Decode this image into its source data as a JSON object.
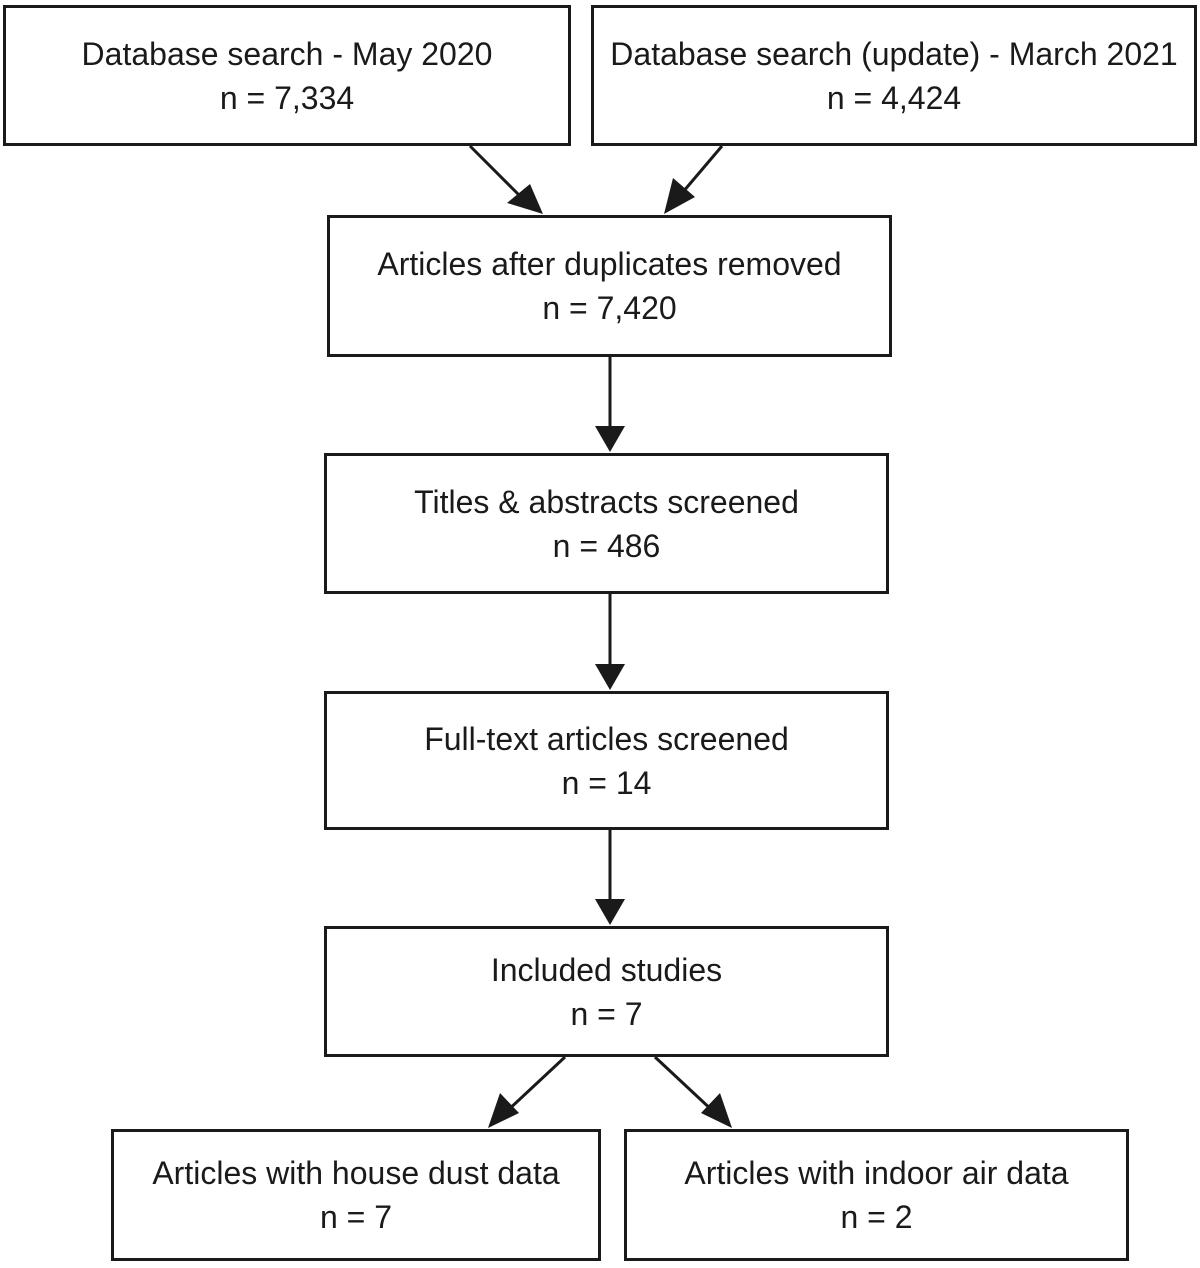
{
  "flowchart": {
    "nodes": [
      {
        "id": "search-2020",
        "title": "Database search - May 2020",
        "count": "n = 7,334"
      },
      {
        "id": "search-2021",
        "title": "Database search (update) - March 2021",
        "count": "n = 4,424"
      },
      {
        "id": "deduplicated",
        "title": "Articles after duplicates removed",
        "count": "n = 7,420"
      },
      {
        "id": "titles-abstracts",
        "title": "Titles & abstracts screened",
        "count": "n = 486"
      },
      {
        "id": "full-text",
        "title": "Full-text articles screened",
        "count": "n = 14"
      },
      {
        "id": "included",
        "title": "Included studies",
        "count": "n = 7"
      },
      {
        "id": "house-dust",
        "title": "Articles with house dust data",
        "count": "n = 7"
      },
      {
        "id": "indoor-air",
        "title": "Articles with indoor air data",
        "count": "n = 2"
      }
    ],
    "edges": [
      {
        "from": "search-2020",
        "to": "deduplicated"
      },
      {
        "from": "search-2021",
        "to": "deduplicated"
      },
      {
        "from": "deduplicated",
        "to": "titles-abstracts"
      },
      {
        "from": "titles-abstracts",
        "to": "full-text"
      },
      {
        "from": "full-text",
        "to": "included"
      },
      {
        "from": "included",
        "to": "house-dust"
      },
      {
        "from": "included",
        "to": "indoor-air"
      }
    ],
    "colors": {
      "stroke": "#1a1a1a",
      "background": "#ffffff"
    }
  }
}
